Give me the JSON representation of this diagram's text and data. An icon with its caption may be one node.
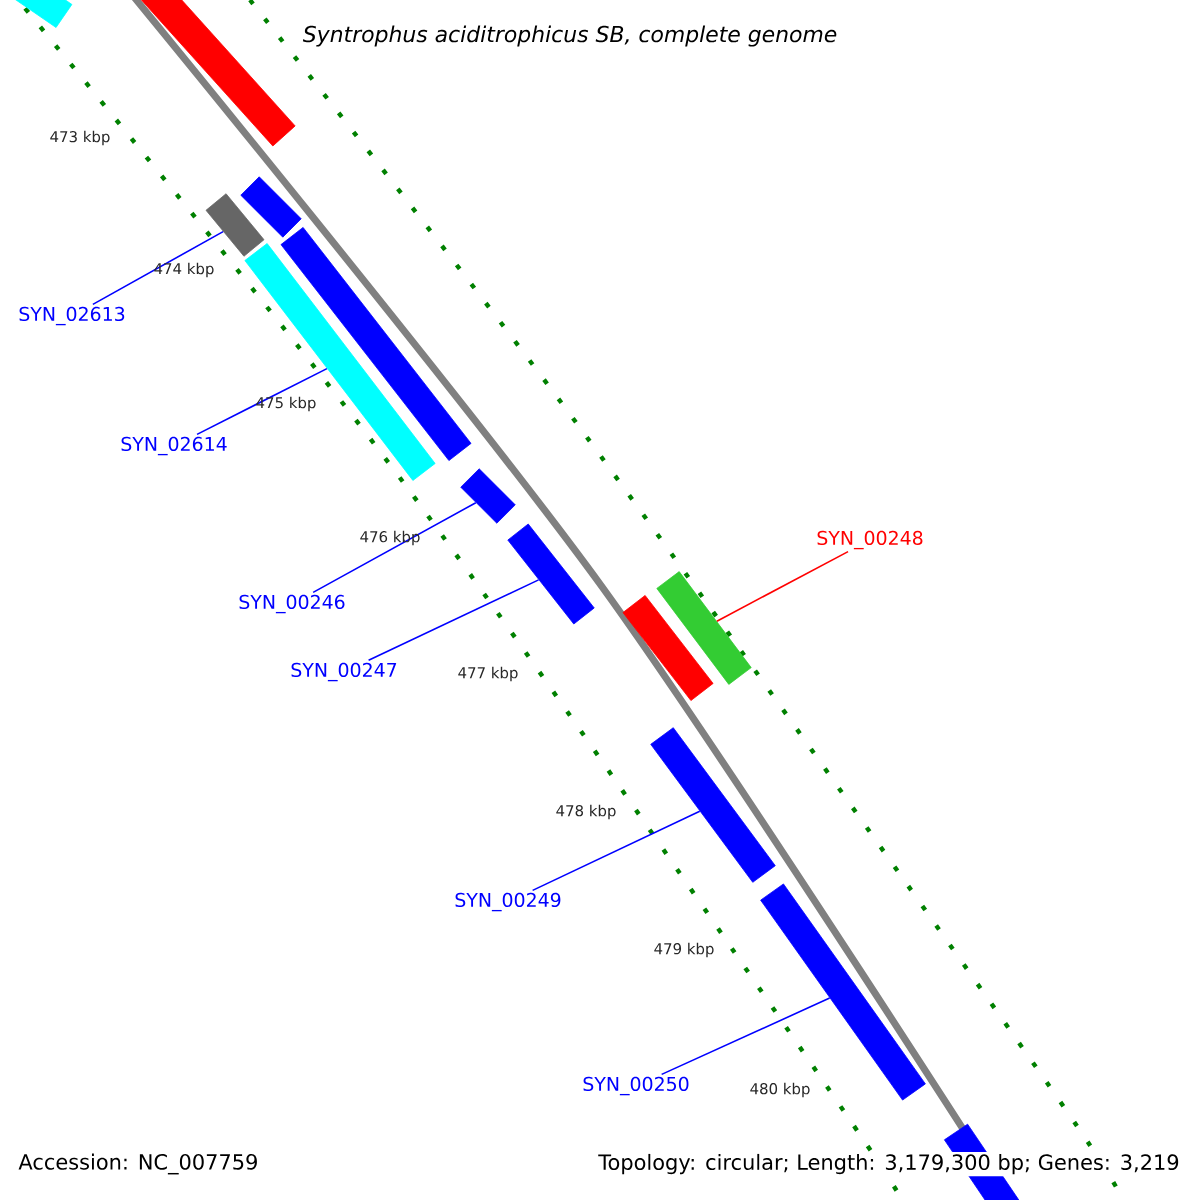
{
  "diagram": {
    "title": "Syntrophus aciditrophicus SB, complete genome",
    "nodes": [
      {
        "text": [],
        "shape": "bar"
      },
      {
        "text": [],
        "shape": "bar"
      },
      {
        "text": [],
        "shape": "bar"
      },
      {
        "text": [],
        "shape": "bar"
      },
      {
        "text": [],
        "shape": "bar"
      },
      {
        "text": [],
        "shape": "bar"
      },
      {
        "text": [],
        "shape": "bar"
      },
      {
        "text": [],
        "shape": "bar"
      },
      {
        "text": [],
        "shape": "bar"
      },
      {
        "text": [],
        "shape": "bar"
      },
      {
        "text": [],
        "shape": "bar"
      },
      {
        "text": [],
        "shape": "bar"
      },
      {
        "text": [],
        "shape": "bar"
      },
      {
        "text": [
          "SYN_02613"
        ]
      },
      {
        "text": [
          "SYN_02614"
        ]
      },
      {
        "text": [
          "SYN_00246"
        ]
      },
      {
        "text": [
          "SYN_00247"
        ]
      },
      {
        "text": [
          "SYN_00248"
        ]
      },
      {
        "text": [
          "SYN_00249"
        ]
      },
      {
        "text": [
          "SYN_00250"
        ]
      }
    ],
    "edges": [
      {
        "from": 13,
        "to": 2,
        "arrow": "none"
      },
      {
        "from": 14,
        "to": 5,
        "arrow": "none"
      },
      {
        "from": 15,
        "to": 6,
        "arrow": "none"
      },
      {
        "from": 16,
        "to": 7,
        "arrow": "none"
      },
      {
        "from": 17,
        "to": 9,
        "arrow": "none",
        "color": "#ff0000"
      },
      {
        "from": 18,
        "to": 10,
        "arrow": "none"
      },
      {
        "from": 19,
        "to": 11,
        "arrow": "none"
      }
    ],
    "labels": [
      "473 kbp",
      "474 kbp",
      "475 kbp",
      "476 kbp",
      "477 kbp",
      "478 kbp",
      "479 kbp",
      "480 kbp",
      "Accession: NC_007759",
      "Topology: circular; Length: 3,179,300 bp; Genes: 3,219"
    ]
  }
}
